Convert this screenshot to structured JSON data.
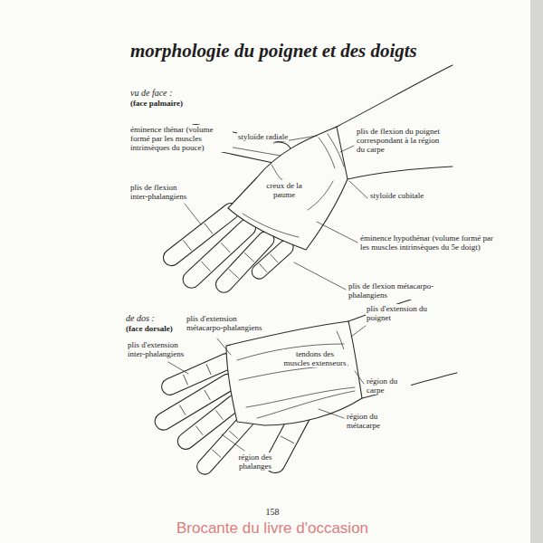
{
  "diagram": {
    "title": "morphologie du poignet et des doigts",
    "labels": [
      "vu de face :",
      "(face palmaire)",
      "styloïde radiale",
      "éminence thénar (volume formé par les muscles intrinsèques du pouce)",
      "plis de flexion du poignet correspondant à la région du carpe",
      "styloïde cubitale",
      "plis de flexion inter-phalangiens",
      "creux de la paume",
      "éminence hypothénar (volume formé par les muscles intrinsèques du 5e doigt)",
      "plis de flexion métacarpo-phalangiens",
      "de dos :",
      "(face dorsale)",
      "plis d'extension métacarpo-phalangiens",
      "plis d'extension du poignet",
      "plis d'extension inter-phalangiens",
      "tendons des muscles extenseurs",
      "région du carpe",
      "région du métacarpe",
      "région des phalanges",
      "158",
      "Brocante du livre d'occasion"
    ]
  }
}
